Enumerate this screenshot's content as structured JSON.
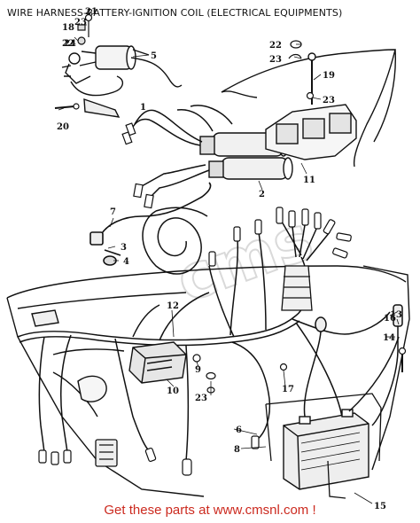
{
  "title": "WIRE HARNESS-BATTERY-IGNITION COIL (ELECTRICAL EQUIPMENTS)",
  "footer": "Get these parts at www.cmsnl.com !",
  "watermark": "cms",
  "callouts": {
    "c1": "1",
    "c2": "2",
    "c3": "3",
    "c4": "4",
    "c5": "5",
    "c6": "6",
    "c7": "7",
    "c8": "8",
    "c9": "9",
    "c10": "10",
    "c11": "11",
    "c12": "12",
    "c13": "13",
    "c14": "14",
    "c15": "15",
    "c16": "16",
    "c17": "17",
    "c18": "18",
    "c19": "19",
    "c20": "20",
    "c21": "21",
    "c22a": "22",
    "c22b": "22",
    "c23a": "23",
    "c23b": "23",
    "c23c": "23",
    "c23d": "23",
    "c24": "24"
  },
  "colors": {
    "footer": "#cc2a1f",
    "ink": "#111111"
  }
}
